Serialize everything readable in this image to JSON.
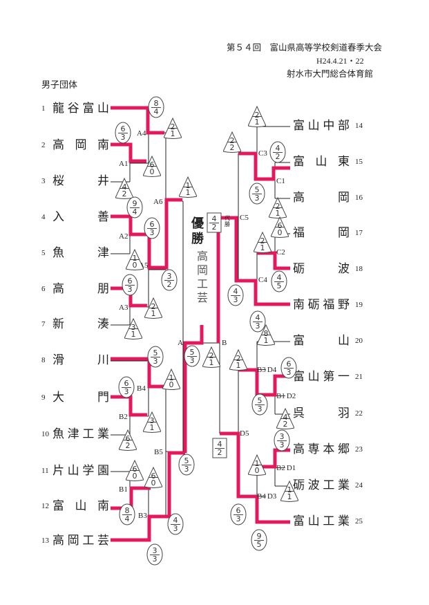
{
  "header": {
    "title": "第５４回　富山県高等学校剣道春季大会",
    "date": "H24.4.21・22",
    "venue": "射水市大門総合体育館",
    "category": "男子団体"
  },
  "champion": {
    "label": "優勝",
    "team": "高岡工芸",
    "note": "代勝"
  },
  "colors": {
    "winner": "#e3195b",
    "line": "#222222"
  },
  "left_teams": [
    {
      "no": "1",
      "name": "龍谷富山"
    },
    {
      "no": "2",
      "name": "高岡南"
    },
    {
      "no": "3",
      "name": "桜井"
    },
    {
      "no": "4",
      "name": "入善"
    },
    {
      "no": "5",
      "name": "魚津"
    },
    {
      "no": "6",
      "name": "高朋"
    },
    {
      "no": "7",
      "name": "新湊"
    },
    {
      "no": "8",
      "name": "滑川"
    },
    {
      "no": "9",
      "name": "大門"
    },
    {
      "no": "10",
      "name": "魚津工業"
    },
    {
      "no": "11",
      "name": "片山学園"
    },
    {
      "no": "12",
      "name": "富山南"
    },
    {
      "no": "13",
      "name": "高岡工芸"
    }
  ],
  "right_teams": [
    {
      "no": "14",
      "name": "富山中部"
    },
    {
      "no": "15",
      "name": "富山東"
    },
    {
      "no": "16",
      "name": "高岡"
    },
    {
      "no": "17",
      "name": "福岡"
    },
    {
      "no": "18",
      "name": "砺波"
    },
    {
      "no": "19",
      "name": "南砺福野"
    },
    {
      "no": "20",
      "name": "富山"
    },
    {
      "no": "21",
      "name": "富山第一"
    },
    {
      "no": "22",
      "name": "呉羽"
    },
    {
      "no": "23",
      "name": "高専本郷"
    },
    {
      "no": "24",
      "name": "砺波工業"
    },
    {
      "no": "25",
      "name": "富山工業"
    }
  ],
  "match_labels": [
    {
      "label": "A1"
    },
    {
      "label": "A4"
    },
    {
      "label": "A6"
    },
    {
      "label": "A2"
    },
    {
      "label": "A5"
    },
    {
      "label": "A3"
    },
    {
      "label": "A"
    },
    {
      "label": "B"
    },
    {
      "label": "B4"
    },
    {
      "label": "B2"
    },
    {
      "label": "B5"
    },
    {
      "label": "B1"
    },
    {
      "label": "B3"
    },
    {
      "label": "C3"
    },
    {
      "label": "C1"
    },
    {
      "label": "C5"
    },
    {
      "label": "C2"
    },
    {
      "label": "C4"
    },
    {
      "label": "D4",
      "struck": "B3"
    },
    {
      "label": "D2",
      "struck": "B1"
    },
    {
      "label": "D5"
    },
    {
      "label": "D1",
      "struck": "B2"
    },
    {
      "label": "D3",
      "struck": "B4"
    }
  ],
  "scores": [
    {
      "shape": "circle",
      "top": "8",
      "bottom": "4"
    },
    {
      "shape": "circle",
      "top": "6",
      "bottom": "3"
    },
    {
      "shape": "triangle",
      "top": "2",
      "bottom": "1"
    },
    {
      "shape": "triangle",
      "top": "6",
      "bottom": "0"
    },
    {
      "shape": "triangle",
      "top": "4",
      "bottom": "2"
    },
    {
      "shape": "triangle",
      "top": "1",
      "bottom": "1"
    },
    {
      "shape": "circle",
      "top": "9",
      "bottom": "4"
    },
    {
      "shape": "circle",
      "top": "6",
      "bottom": "3"
    },
    {
      "shape": "triangle",
      "top": "1",
      "bottom": "0"
    },
    {
      "shape": "circle",
      "top": "3",
      "bottom": "2"
    },
    {
      "shape": "circle",
      "top": "6",
      "bottom": "3"
    },
    {
      "shape": "triangle",
      "top": "2",
      "bottom": "1"
    },
    {
      "shape": "triangle",
      "top": "3",
      "bottom": "1"
    },
    {
      "shape": "box",
      "top": "4",
      "bottom": "2"
    },
    {
      "shape": "circle",
      "top": "5",
      "bottom": "3"
    },
    {
      "shape": "triangle",
      "top": "1",
      "bottom": "0"
    },
    {
      "shape": "circle",
      "top": "6",
      "bottom": "3"
    },
    {
      "shape": "triangle",
      "top": "3",
      "bottom": "1"
    },
    {
      "shape": "triangle",
      "top": "6",
      "bottom": "2"
    },
    {
      "shape": "triangle",
      "top": "6",
      "bottom": "0"
    },
    {
      "shape": "triangle",
      "top": "6",
      "bottom": "0"
    },
    {
      "shape": "circle",
      "top": "8",
      "bottom": "4"
    },
    {
      "shape": "circle",
      "top": "5",
      "bottom": "3"
    },
    {
      "shape": "circle",
      "top": "4",
      "bottom": "3"
    },
    {
      "shape": "circle",
      "top": "3",
      "bottom": "3"
    },
    {
      "shape": "circle",
      "top": "5",
      "bottom": "3"
    },
    {
      "shape": "triangle",
      "top": "2",
      "bottom": "1"
    },
    {
      "shape": "triangle",
      "top": "2",
      "bottom": "1"
    },
    {
      "shape": "triangle",
      "top": "2",
      "bottom": "2"
    },
    {
      "shape": "circle",
      "top": "4",
      "bottom": "2"
    },
    {
      "shape": "circle",
      "top": "5",
      "bottom": "3"
    },
    {
      "shape": "triangle",
      "top": "2",
      "bottom": "1"
    },
    {
      "shape": "triangle",
      "top": "6",
      "bottom": "0"
    },
    {
      "shape": "triangle",
      "top": "2",
      "bottom": "1"
    },
    {
      "shape": "circle",
      "top": "4",
      "bottom": "5"
    },
    {
      "shape": "circle",
      "top": "4",
      "bottom": "3"
    },
    {
      "shape": "circle",
      "top": "4",
      "bottom": "3"
    },
    {
      "shape": "triangle",
      "top": "8",
      "bottom": "1"
    },
    {
      "shape": "triangle",
      "top": "2",
      "bottom": "1"
    },
    {
      "shape": "circle",
      "top": "6",
      "bottom": "3"
    },
    {
      "shape": "circle",
      "top": "5",
      "bottom": "3"
    },
    {
      "shape": "triangle",
      "top": "4",
      "bottom": "2"
    },
    {
      "shape": "box",
      "top": "4",
      "bottom": "2"
    },
    {
      "shape": "circle",
      "top": "3",
      "bottom": "3"
    },
    {
      "shape": "triangle",
      "top": "1",
      "bottom": "0"
    },
    {
      "shape": "triangle",
      "top": "1",
      "bottom": "1"
    },
    {
      "shape": "circle",
      "top": "6",
      "bottom": "3"
    },
    {
      "shape": "circle",
      "top": "9",
      "bottom": "5"
    }
  ]
}
